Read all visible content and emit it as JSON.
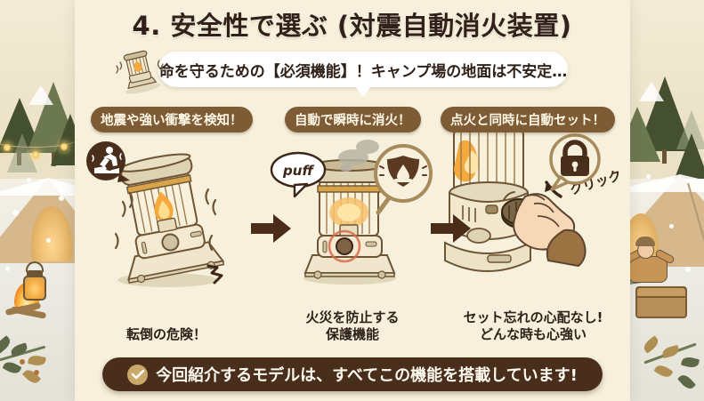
{
  "header": {
    "title": "4. 安全性で選ぶ (対震自動消火装置)",
    "subtitle": "命を守るための【必須機能】！キャンプ場の地面は不安定…"
  },
  "pills": [
    {
      "label": "地震や強い衝撃を検知！"
    },
    {
      "label": "自動で瞬時に消火！"
    },
    {
      "label": "点火と同時に自動セット！"
    }
  ],
  "steps": [
    {
      "caption": "転倒の危険！",
      "badge_icon": "earthquake-evacuation-icon"
    },
    {
      "caption_line1": "火災を防止する",
      "caption_line2": "保護機能",
      "sfx": "puff",
      "badge_icon": "shield-flame-icon"
    },
    {
      "caption_line1": "セット忘れの心配なし!",
      "caption_line2": "どんな時も心強い",
      "action_label": "クリック",
      "badge_icon": "lock-icon"
    }
  ],
  "banner": {
    "check_icon": "check-circle-icon",
    "text": "今回紹介するモデルは、すべてこの機能を搭載しています!"
  },
  "colors": {
    "panel_bg": "#f6f0dc",
    "title_text": "#32211a",
    "pill_bg": "#7d5b34",
    "pill_text": "#fff7e6",
    "arrow": "#4a2c18",
    "banner_bg": "#4a2e1c",
    "banner_check": "#c9a96a",
    "flame": "#f5a83c"
  }
}
